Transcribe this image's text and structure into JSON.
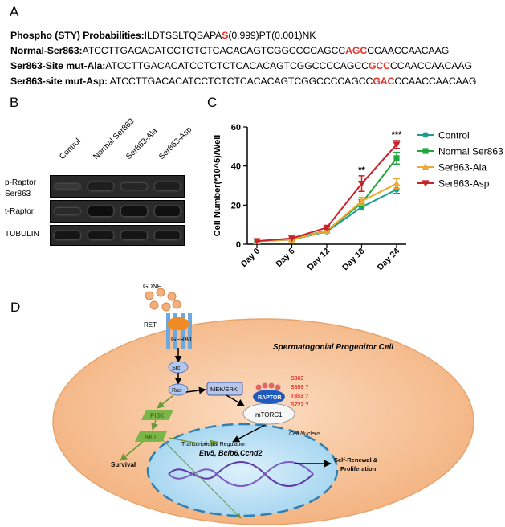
{
  "panels": {
    "a": "A",
    "b": "B",
    "c": "C",
    "d": "D"
  },
  "panel_a": {
    "line1": {
      "label": "Phospho (STY) Probabilities:",
      "pre": "ILDTSSLTQSAPA",
      "site": "S",
      "post": "(0.999)PT(0.001)NK"
    },
    "line2": {
      "label": "Normal-Ser863:",
      "pre": "ATCCTTGACACATCCTCTCTCACACAGTCGGCCCCAGCC",
      "codon": "AGC",
      "post": "CCAACCAACAAG"
    },
    "line3": {
      "label": "Ser863-Site mut-Ala:",
      "pre": "ATCCTTGACACATCCTCTCTCACACAGTCGGCCCCAGCC",
      "codon": "GCC",
      "post": "CCAACCAACAAG"
    },
    "line4": {
      "label": "Ser863-site mut-Asp:",
      "pre": " ATCCTTGACACATCCTCTCTCACACAGTCGGCCCCAGCC",
      "codon": "GAC",
      "post": "CCAACCAACAAG"
    }
  },
  "panel_b": {
    "lanes": [
      "Control",
      "Normal Ser863",
      "Ser863-Ala",
      "Ser863-Asp"
    ],
    "rows": [
      {
        "label_line1": "p-Raptor",
        "label_line2": "Ser863",
        "band_level": [
          0.35,
          0.7,
          0.6,
          0.7
        ]
      },
      {
        "label_line1": "t-Raptor",
        "label_line2": "",
        "band_level": [
          0.55,
          0.95,
          0.9,
          0.92
        ]
      },
      {
        "label_line1": "TUBULIN",
        "label_line2": "",
        "band_level": [
          0.85,
          0.85,
          0.85,
          0.85
        ]
      }
    ]
  },
  "chart_data": {
    "type": "line",
    "categories": [
      "Day 0",
      "Day 6",
      "Day 12",
      "Day 18",
      "Day 24"
    ],
    "ylabel": "Cell Number(*10^5)/Well",
    "xlabel": "",
    "ylim": [
      0,
      60
    ],
    "yticks": [
      0,
      20,
      40,
      60
    ],
    "legend_placement": "right",
    "series": [
      {
        "name": "Control",
        "color": "#1a9e8f",
        "marker": "circle",
        "values": [
          1.5,
          2.3,
          6.5,
          19,
          28
        ],
        "errors": [
          0.3,
          0.4,
          0.6,
          1.5,
          2
        ]
      },
      {
        "name": "Normal Ser863",
        "color": "#1ea83c",
        "marker": "square",
        "values": [
          1.5,
          2.6,
          7,
          21,
          44
        ],
        "errors": [
          0.3,
          0.4,
          0.6,
          1.8,
          3
        ]
      },
      {
        "name": "Ser863-Ala",
        "color": "#f0a830",
        "marker": "triangle-up",
        "values": [
          1.5,
          2.4,
          6.8,
          22,
          31
        ],
        "errors": [
          0.3,
          0.4,
          0.6,
          2,
          2.5
        ]
      },
      {
        "name": "Ser863-Asp",
        "color": "#c8232b",
        "marker": "triangle-down",
        "values": [
          1.6,
          3,
          8.5,
          31,
          51
        ],
        "errors": [
          0.3,
          0.5,
          0.8,
          4,
          2
        ]
      }
    ],
    "annotations": [
      {
        "category": "Day 18",
        "text": "**"
      },
      {
        "category": "Day 24",
        "text": "***"
      }
    ]
  },
  "panel_d": {
    "gdnf": "GDNF",
    "ret": "RET",
    "gfra1": "GFRA1",
    "src": "Src",
    "ras": "Ras",
    "pi3k": "PI3K",
    "akt": "AKT",
    "mek_erk": "MEK/ERK",
    "raptor": "RAPTOR",
    "mtorc1": "mTORC1",
    "sites": [
      "S863",
      "S859 ?",
      "T853 ?",
      "S722 ?"
    ],
    "cell_title": "Spermatogonial Progenitor Cell",
    "survival": "Survival",
    "transcriptional": "Transcriptional Regulation",
    "nucleus": "Cell Nucleus",
    "genes": "Etv5, Bclb6,Ccnd2",
    "outcome_line1": "Self-Renewal &",
    "outcome_line2": "Proliferation",
    "colors": {
      "cell": "#f6c196",
      "nucleus": "#bfe3f6",
      "gfra1": "#f08a24",
      "kinase": "#7ab648",
      "raptor": "#1f5bbf"
    }
  }
}
